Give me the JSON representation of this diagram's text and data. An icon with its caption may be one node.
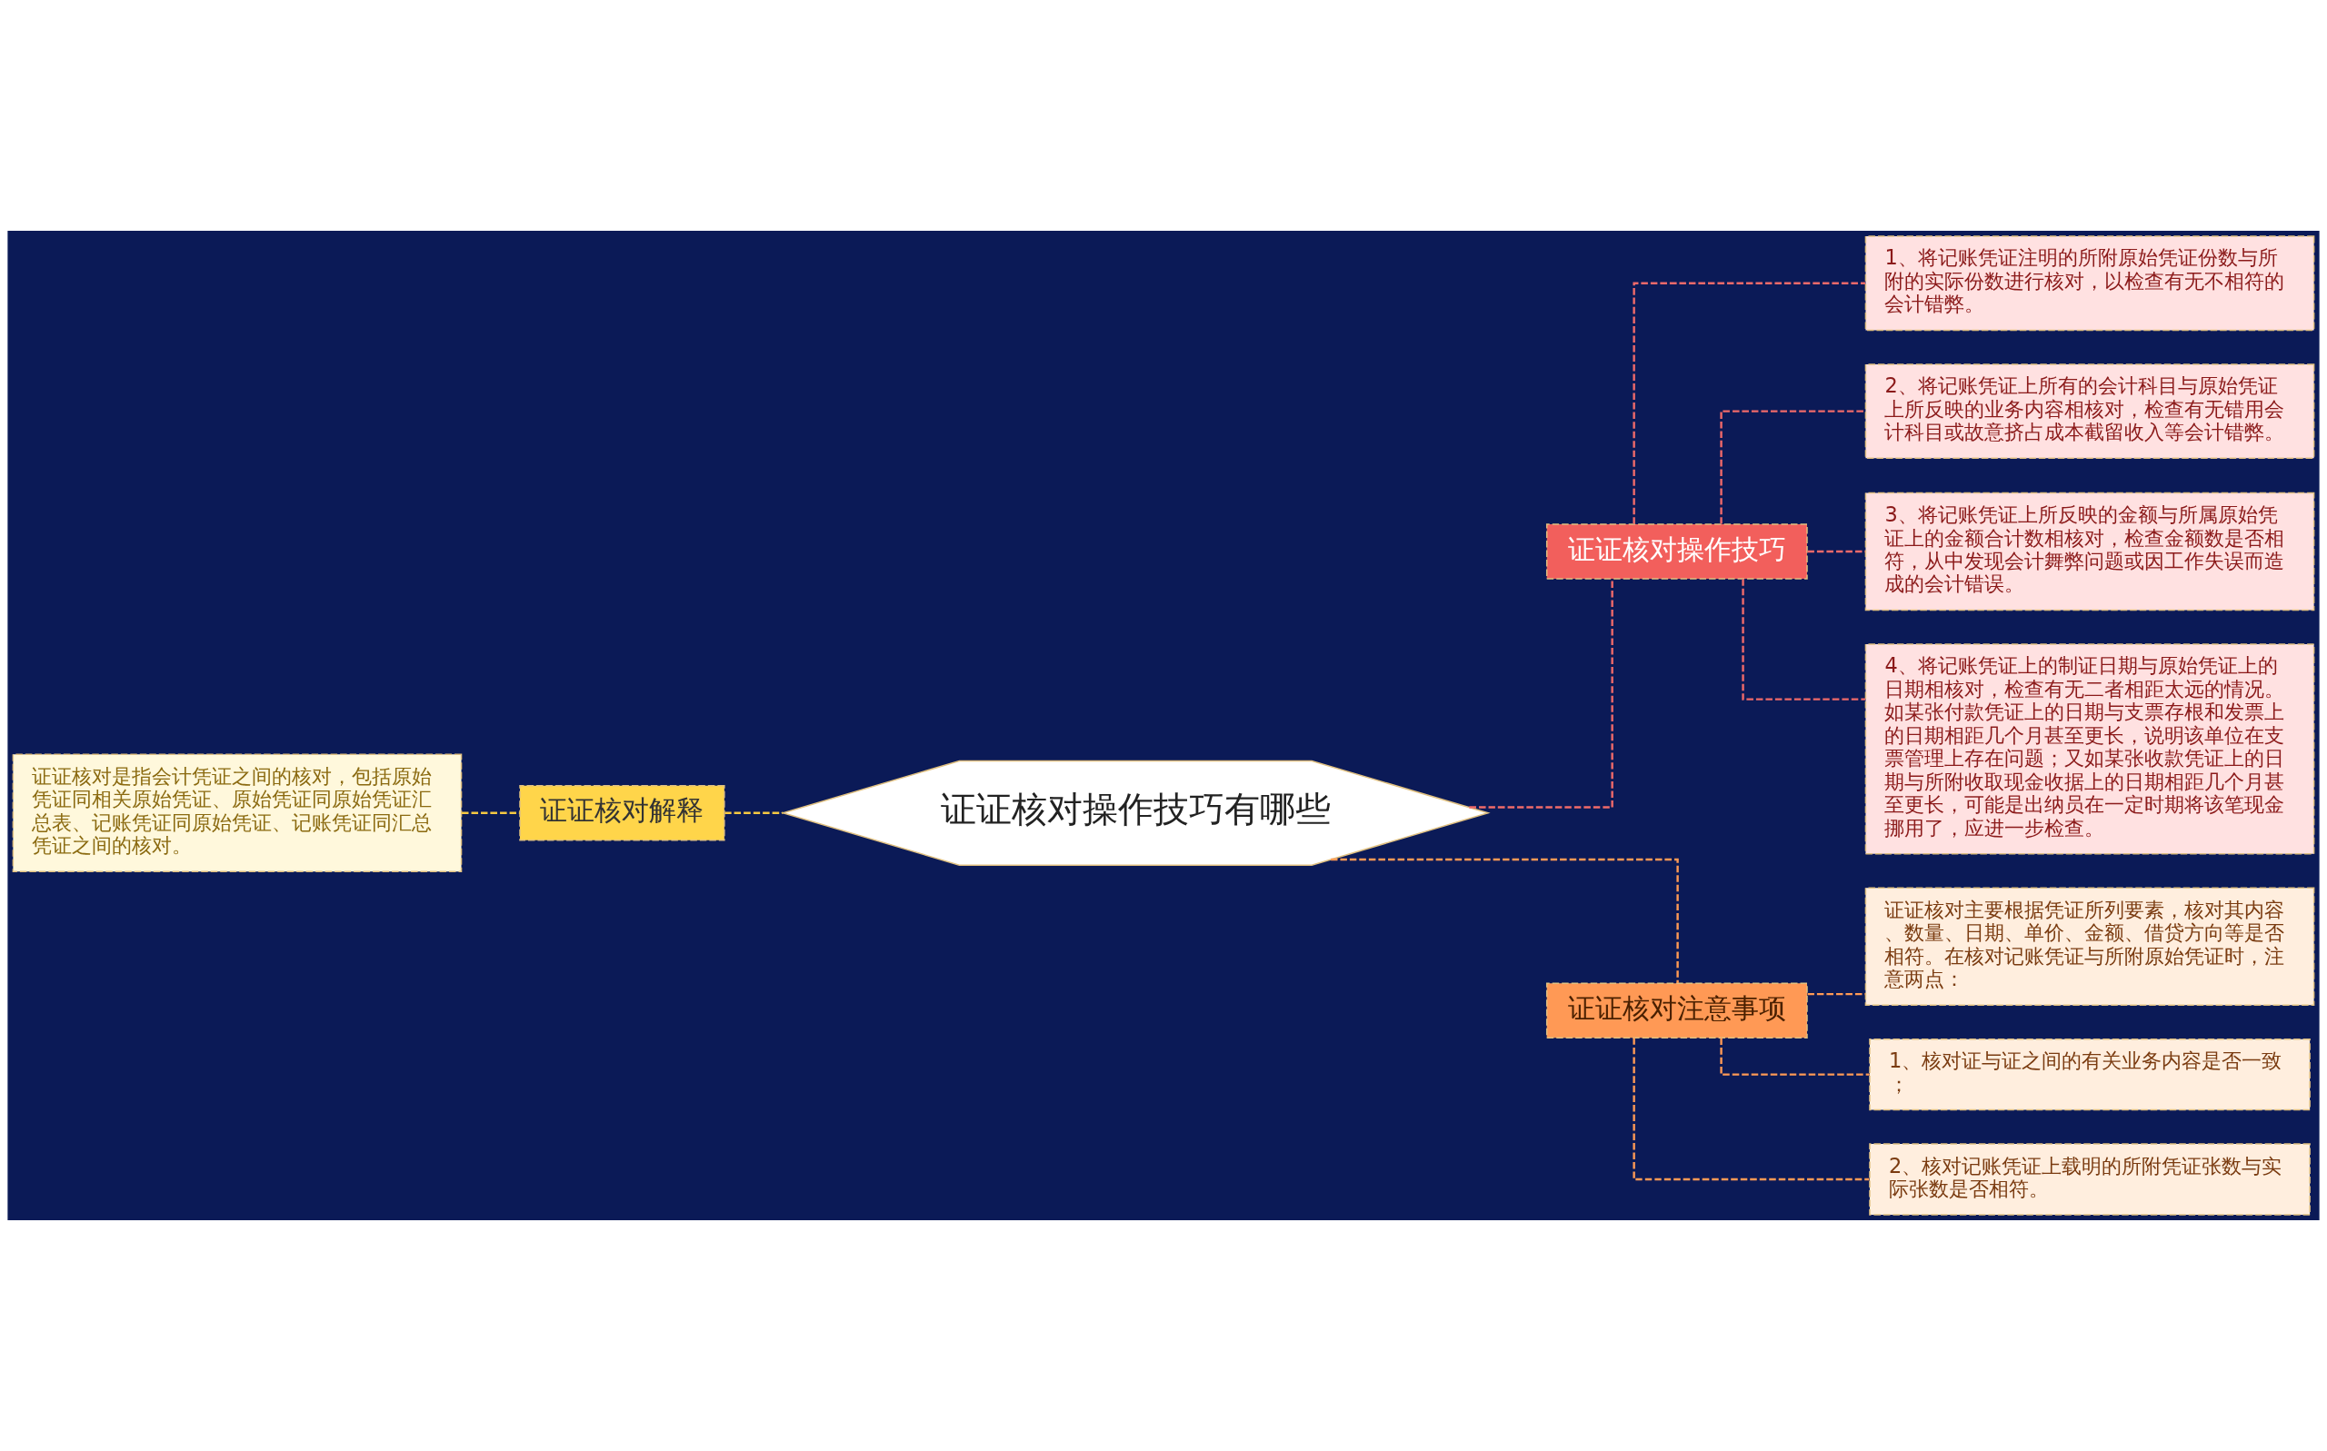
{
  "diagram": {
    "nodes": [
      {
        "text": [
          "证证核对操作技巧有哪些"
        ]
      },
      {
        "text": [
          "证证核对解释"
        ]
      },
      {
        "text": [
          "证证核对是指会计凭证之间的核对，包括原始凭证同相关原始凭证、原始凭证同原始凭证汇总表、记账凭证同原始凭证、记账凭证同汇总凭证之间的核对。"
        ]
      },
      {
        "text": [
          "证证核对操作技巧"
        ]
      },
      {
        "text": [
          "1、将记账凭证注明的所附原始凭证份数与所附的实际份数进行核对，以检查有无不相符的会计错弊。"
        ]
      },
      {
        "text": [
          "2、将记账凭证上所有的会计科目与原始凭证上所反映的业务内容相核对，检查有无错用会计科目或故意挤占成本截留收入等会计错弊。"
        ]
      },
      {
        "text": [
          "3、将记账凭证上所反映的金额与所属原始凭证上的金额合计数相核对，检查金额数是否相符，从中发现会计舞弊问题或因工作失误而造成的会计错误。"
        ]
      },
      {
        "text": [
          "4、将记账凭证上的制证日期与原始凭证上的日期相核对，检查有无二者相距太远的情况。如某张付款凭证上的日期与支票存根和发票上的日期相距几个月甚至更长，说明该单位在支票管理上存在问题；又如某张收款凭证上的日期与所附收取现金收据上的日期相距几个月甚至更长，可能是出纳员在一定时期将该笔现金挪用了，应进一步检查。"
        ]
      },
      {
        "text": [
          "证证核对注意事项"
        ]
      },
      {
        "text": [
          "证证核对主要根据凭证所列要素，核对其内容、数量、日期、单价、金额、借贷方向等是否相符。在核对记账凭证与所附原始凭证时，注意两点："
        ]
      },
      {
        "text": [
          "1、核对证与证之间的有关业务内容是否一致；"
        ]
      },
      {
        "text": [
          "2、核对记账凭证上载明的所附凭证张数与实际张数是否相符。"
        ]
      }
    ],
    "edges": [
      {
        "from": 2,
        "to": 1,
        "arrow": "none",
        "style": "dashed",
        "color": "#f5c842"
      },
      {
        "from": 1,
        "to": 0,
        "arrow": "none",
        "style": "dashed",
        "color": "#f5c842"
      },
      {
        "from": 0,
        "to": 3,
        "arrow": "none",
        "style": "dashed",
        "color": "#f06a6a"
      },
      {
        "from": 3,
        "to": 4,
        "arrow": "none",
        "style": "dashed",
        "color": "#f06a6a"
      },
      {
        "from": 3,
        "to": 5,
        "arrow": "none",
        "style": "dashed",
        "color": "#f06a6a"
      },
      {
        "from": 3,
        "to": 6,
        "arrow": "none",
        "style": "dashed",
        "color": "#f06a6a"
      },
      {
        "from": 3,
        "to": 7,
        "arrow": "none",
        "style": "dashed",
        "color": "#f06a6a"
      },
      {
        "from": 0,
        "to": 8,
        "arrow": "none",
        "style": "dashed",
        "color": "#ff9a55"
      },
      {
        "from": 8,
        "to": 9,
        "arrow": "none",
        "style": "dashed",
        "color": "#ff9a55"
      },
      {
        "from": 8,
        "to": 10,
        "arrow": "none",
        "style": "dashed",
        "color": "#ff9a55"
      },
      {
        "from": 8,
        "to": 11,
        "arrow": "none",
        "style": "dashed",
        "color": "#ff9a55"
      }
    ]
  }
}
